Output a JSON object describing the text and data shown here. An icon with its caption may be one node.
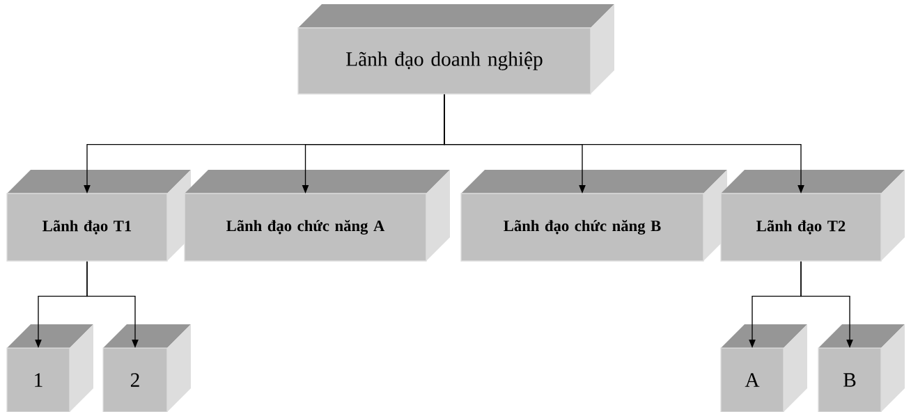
{
  "diagram": {
    "nodes": [
      {
        "text": [
          "Lãnh đạo doanh nghiệp"
        ]
      },
      {
        "text": [
          "Lãnh đạo T1"
        ]
      },
      {
        "text": [
          "Lãnh đạo chức năng A"
        ]
      },
      {
        "text": [
          "Lãnh đạo chức năng B"
        ]
      },
      {
        "text": [
          "Lãnh đạo T2"
        ]
      },
      {
        "text": [
          "1"
        ]
      },
      {
        "text": [
          "2"
        ]
      },
      {
        "text": [
          "A"
        ]
      },
      {
        "text": [
          "B"
        ]
      }
    ],
    "edges": [
      {
        "from": 0,
        "to": 1,
        "arrow": "to"
      },
      {
        "from": 0,
        "to": 2,
        "arrow": "to"
      },
      {
        "from": 0,
        "to": 3,
        "arrow": "to"
      },
      {
        "from": 0,
        "to": 4,
        "arrow": "to"
      },
      {
        "from": 1,
        "to": 5,
        "arrow": "to"
      },
      {
        "from": 1,
        "to": 6,
        "arrow": "to"
      },
      {
        "from": 4,
        "to": 7,
        "arrow": "to"
      },
      {
        "from": 4,
        "to": 8,
        "arrow": "to"
      }
    ]
  }
}
